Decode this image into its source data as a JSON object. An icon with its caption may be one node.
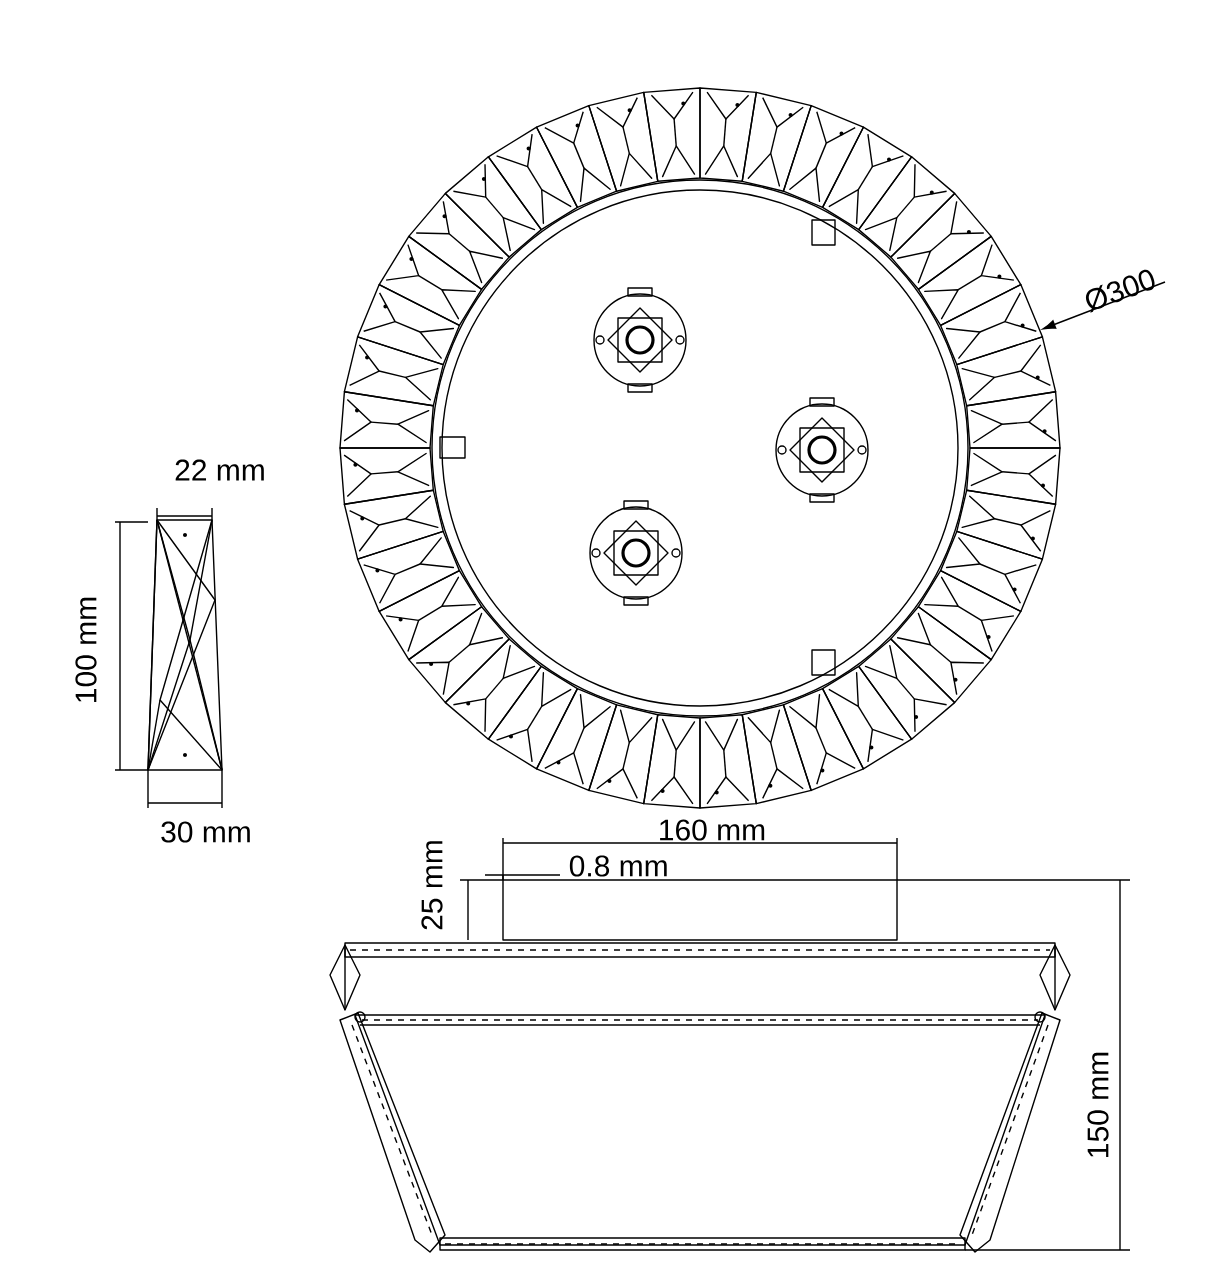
{
  "diagram": {
    "labels": [
      "Ø300",
      "22 mm",
      "100 mm",
      "30 mm",
      "160 mm",
      "0.8 mm",
      "25 mm",
      "150 mm"
    ]
  }
}
